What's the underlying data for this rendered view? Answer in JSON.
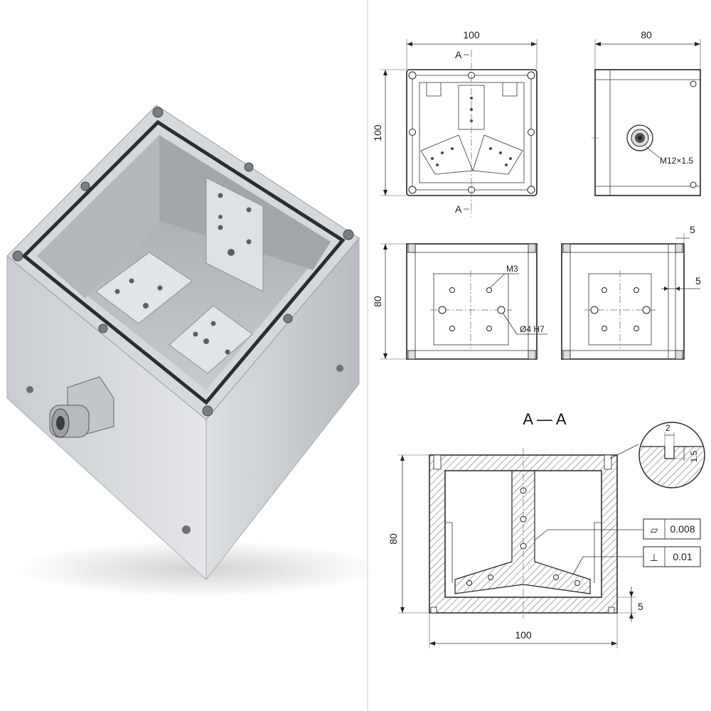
{
  "photo": {
    "description_icon": "aluminum-enclosure-render",
    "colors": {
      "metal_light": "#d9dcdf",
      "metal_mid": "#b9bdc1",
      "metal_dark": "#8e9296",
      "gasket": "#2b2e31"
    }
  },
  "top_view": {
    "dim_width": "100",
    "dim_height": "100",
    "section_mark_top": "A",
    "section_mark_bottom": "A"
  },
  "side_view": {
    "dim_width": "80",
    "thread_label": "M12×1.5"
  },
  "front_view": {
    "dim_height": "80",
    "thread_callout": "M3",
    "pin_callout": "Ø4 H7"
  },
  "right_view": {
    "dim_wall_top": "5",
    "dim_wall_side": "5"
  },
  "section": {
    "title": "A — A",
    "dim_height": "80",
    "dim_width": "100",
    "dim_floor": "5",
    "detail_dim_width": "2",
    "detail_dim_depth": "1.5",
    "tolerance_flatness_symbol": "▱",
    "tolerance_flatness_value": "0.008",
    "tolerance_perp_symbol": "⊥",
    "tolerance_perp_value": "0.01"
  }
}
